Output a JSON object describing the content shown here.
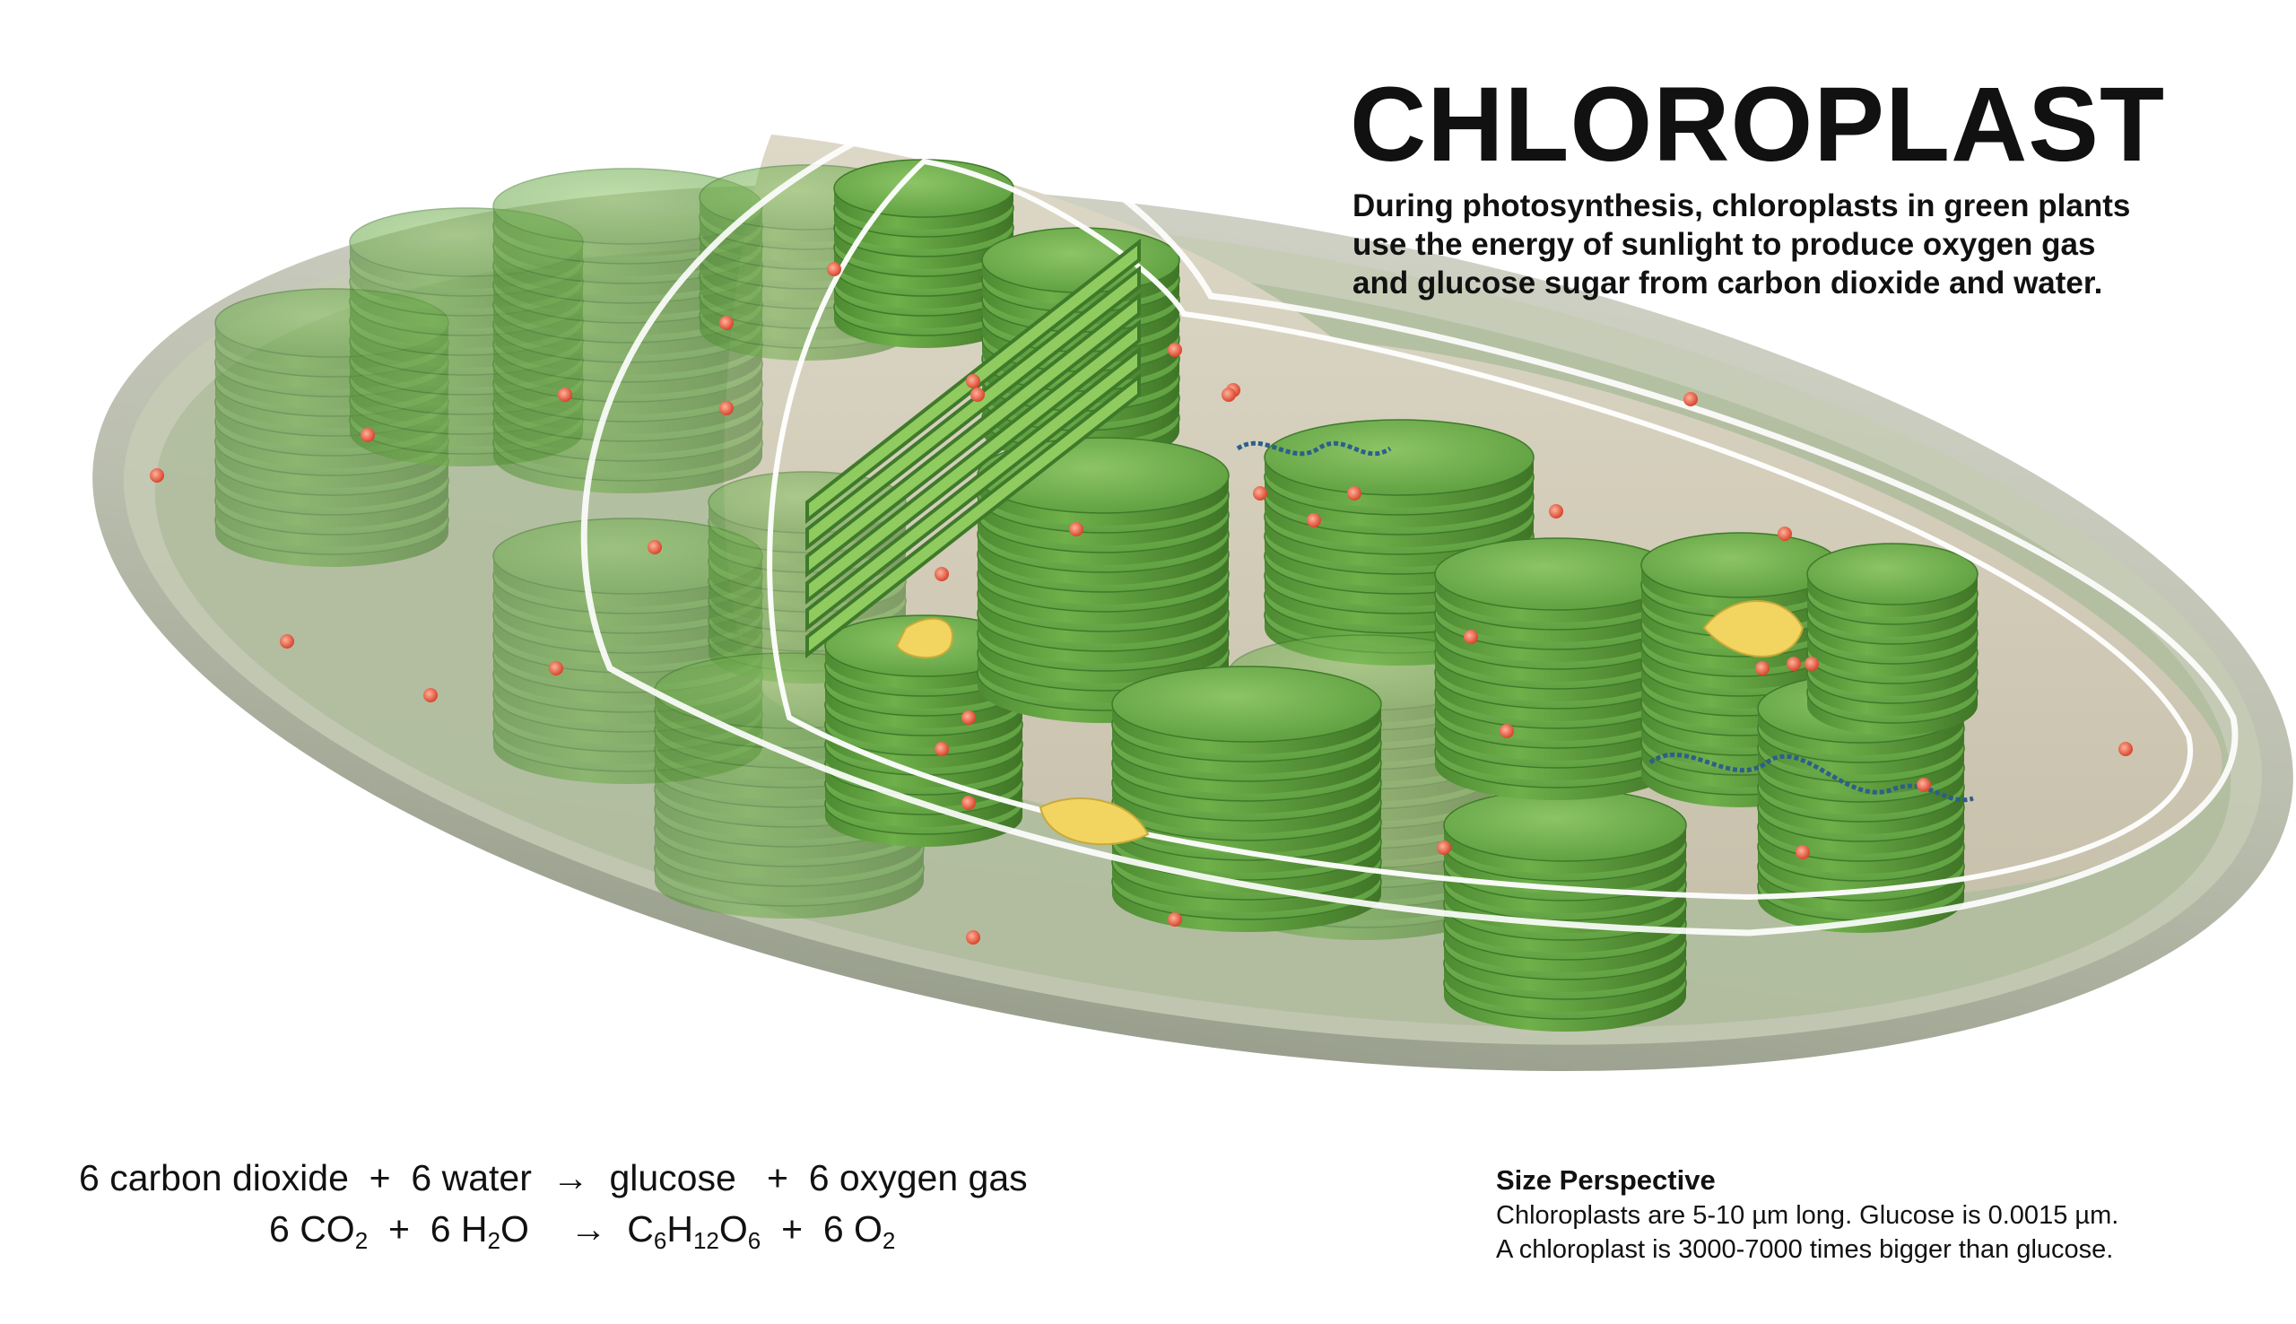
{
  "title": "CHLOROPLAST",
  "description": {
    "line1": "During photosynthesis, chloroplasts in green plants",
    "line2": "use the energy of sunlight to produce oxygen gas",
    "line3": "and glucose sugar from carbon dioxide and water."
  },
  "word_equation": {
    "term1": "6 carbon dioxide",
    "plus1": "+",
    "term2": "6 water",
    "arrow": "→",
    "term3": "glucose",
    "plus2": "+",
    "term4": "6 oxygen gas"
  },
  "formula_equation": {
    "t1_coef": "6 CO",
    "t1_sub": "2",
    "plus1": "+",
    "t2_a": "6 H",
    "t2_sub": "2",
    "t2_b": "O",
    "arrow": "→",
    "t3_a": "C",
    "t3_sub1": "6",
    "t3_b": "H",
    "t3_sub2": "12",
    "t3_c": "O",
    "t3_sub3": "6",
    "plus2": "+",
    "t4_coef": "6 O",
    "t4_sub": "2"
  },
  "size_perspective": {
    "heading": "Size Perspective",
    "line1": "Chloroplasts are 5-10 µm long.  Glucose is 0.0015 µm.",
    "line2": "A chloroplast is 3000-7000 times bigger than glucose."
  },
  "colors": {
    "stroma": "#d9d3c2",
    "envelope": "#a9ab9c",
    "grana": "#5a9c3c",
    "grana_dark": "#3f7a2a",
    "ribosome": "#e0523a",
    "starch": "#f2d560",
    "dna": "#2c5f8a"
  }
}
